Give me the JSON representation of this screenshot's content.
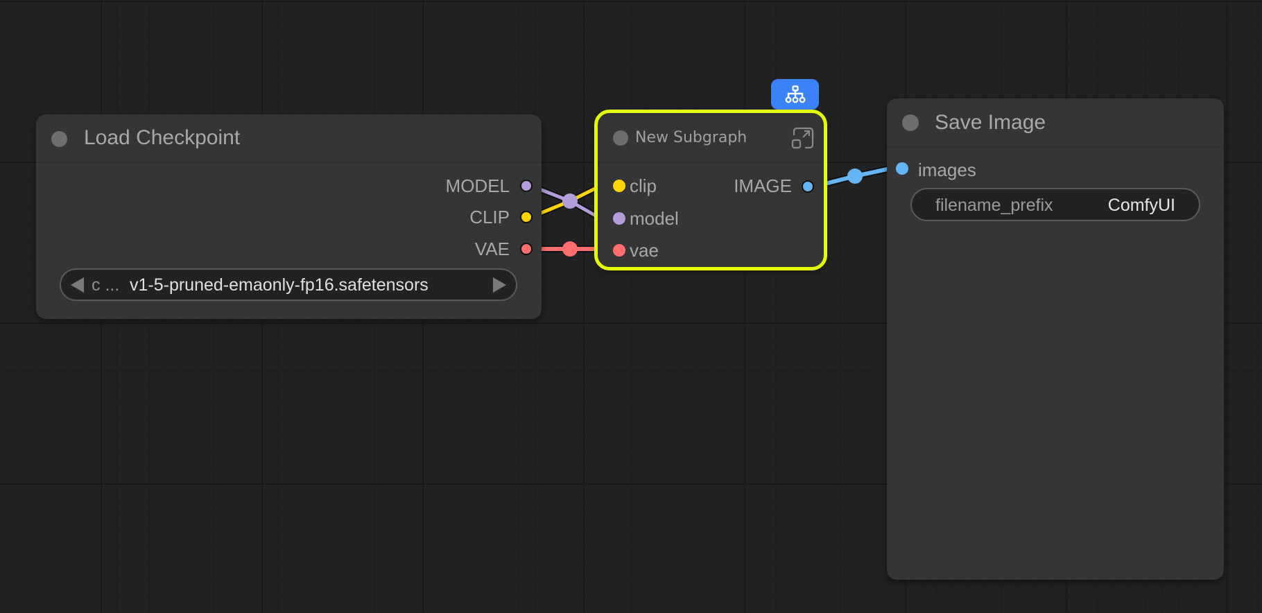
{
  "canvas": {
    "background": "#222222",
    "grid_color": "#1d1d1d"
  },
  "colors": {
    "model": "#b39ddb",
    "clip": "#ffd500",
    "vae": "#ff6e6e",
    "image": "#64b5f6",
    "selection": "#e6ff00",
    "badge": "#3b82f6"
  },
  "nodes": {
    "load_checkpoint": {
      "title": "Load Checkpoint",
      "outputs": [
        {
          "label": "MODEL",
          "type": "model"
        },
        {
          "label": "CLIP",
          "type": "clip"
        },
        {
          "label": "VAE",
          "type": "vae"
        }
      ],
      "widgets": [
        {
          "name_short": "c ...",
          "value": "v1-5-pruned-emaonly-fp16.safetensors",
          "kind": "combo"
        }
      ]
    },
    "subgraph": {
      "title": "New Subgraph",
      "badge_icon": "subgraph-hierarchy-icon",
      "expand_icon": "open-subgraph-icon",
      "inputs": [
        {
          "label": "clip",
          "type": "clip"
        },
        {
          "label": "model",
          "type": "model"
        },
        {
          "label": "vae",
          "type": "vae"
        }
      ],
      "outputs": [
        {
          "label": "IMAGE",
          "type": "image"
        }
      ],
      "selected": true
    },
    "save_image": {
      "title": "Save Image",
      "inputs": [
        {
          "label": "images",
          "type": "image"
        }
      ],
      "widgets": [
        {
          "label": "filename_prefix",
          "value": "ComfyUI",
          "kind": "text"
        }
      ]
    }
  },
  "links": [
    {
      "from": "Load Checkpoint.MODEL",
      "to": "New Subgraph.model",
      "color": "#b39ddb"
    },
    {
      "from": "Load Checkpoint.CLIP",
      "to": "New Subgraph.clip",
      "color": "#ffd500"
    },
    {
      "from": "Load Checkpoint.VAE",
      "to": "New Subgraph.vae",
      "color": "#ff6e6e"
    },
    {
      "from": "New Subgraph.IMAGE",
      "to": "Save Image.images",
      "color": "#64b5f6"
    }
  ]
}
